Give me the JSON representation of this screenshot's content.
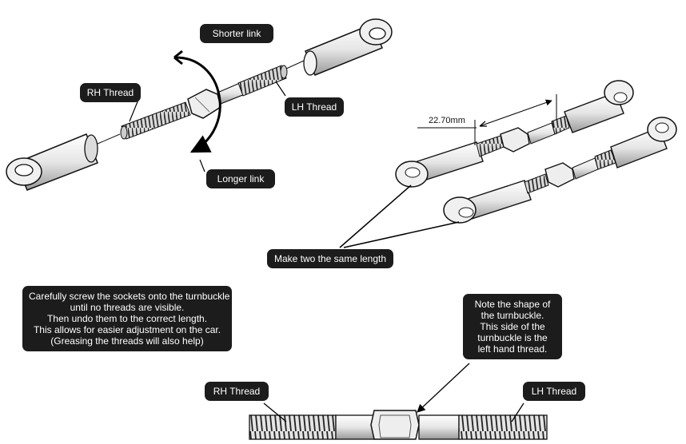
{
  "labels": {
    "shorter_link": "Shorter link",
    "longer_link": "Longer link",
    "rh_thread_top": "RH Thread",
    "lh_thread_top": "LH Thread",
    "dimension": "22.70mm",
    "same_length": "Make two the same length",
    "rh_thread_bottom": "RH Thread",
    "lh_thread_bottom": "LH Thread"
  },
  "instructions": {
    "line1": "Carefully screw the sockets onto the turnbuckle",
    "line2": "until no threads are visible.",
    "line3": "Then undo them to the correct length.",
    "line4": "This allows for easier adjustment on the car.",
    "line5": "(Greasing the threads will also help)"
  },
  "note": {
    "line1": "Note the shape of",
    "line2": "the turnbuckle.",
    "line3": "This side of the",
    "line4": "turnbuckle is the",
    "line5": "left hand thread."
  }
}
